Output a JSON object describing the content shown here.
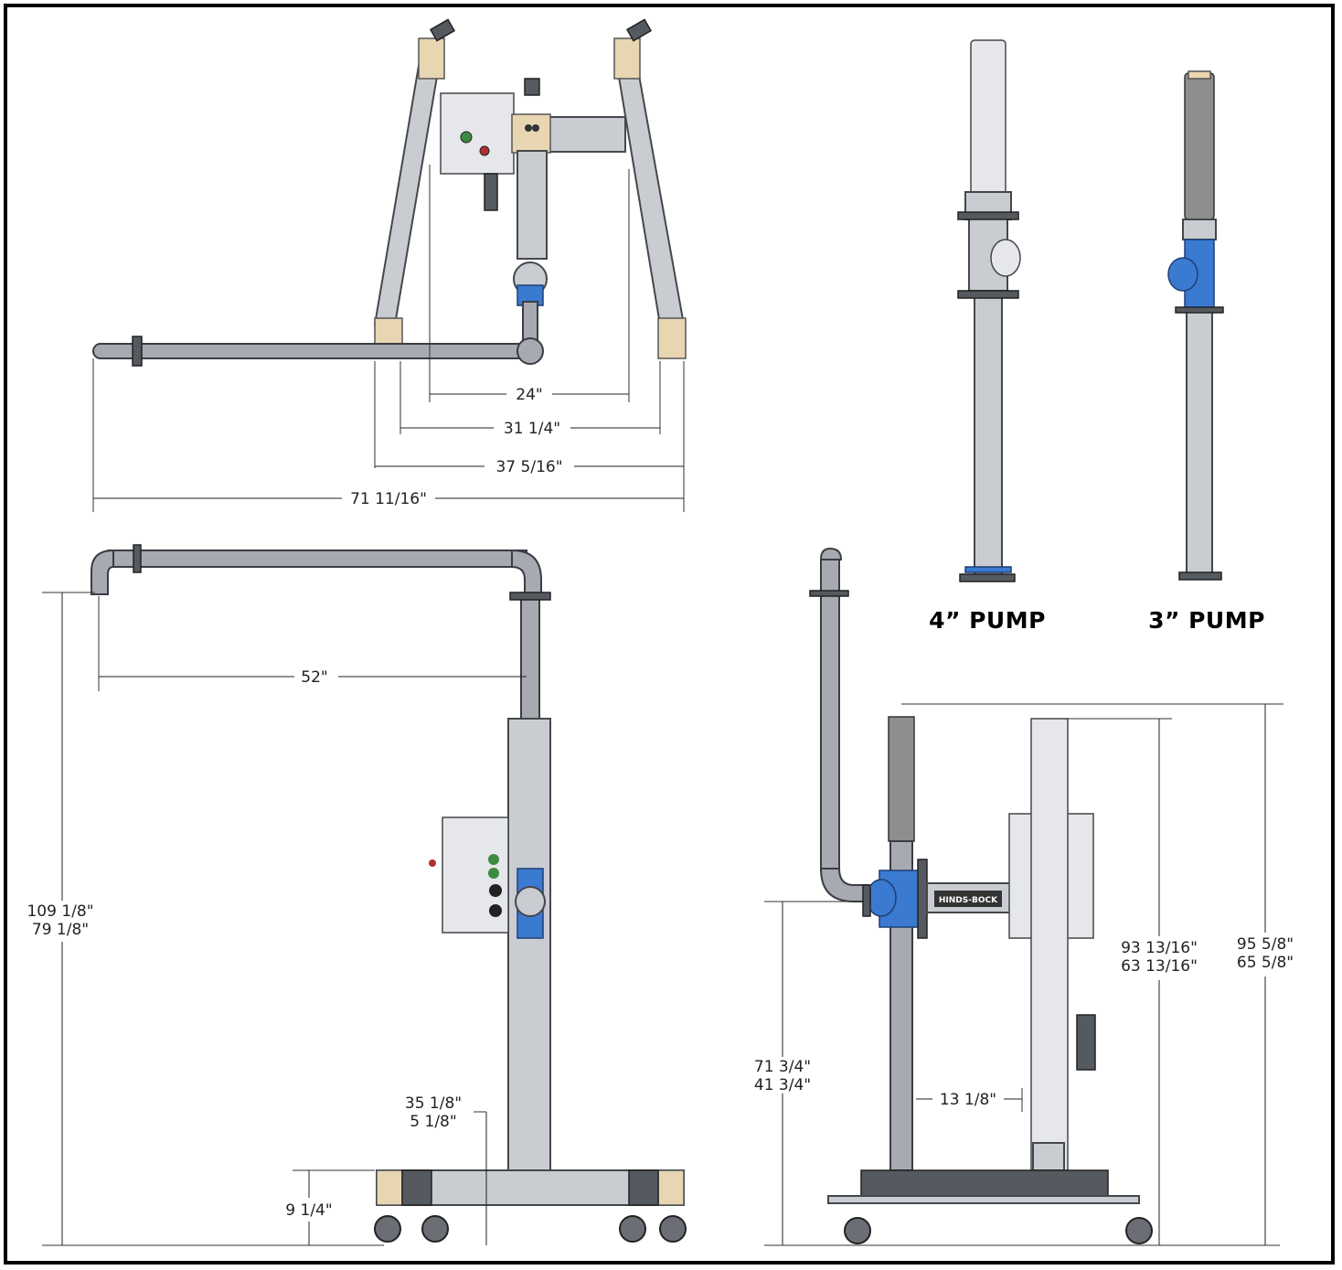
{
  "labels": {
    "pump_4": "4” PUMP",
    "pump_3": "3” PUMP"
  },
  "top_view": {
    "dim_24": "24\"",
    "dim_31": "31 1/4\"",
    "dim_37": "37 5/16\"",
    "dim_71": "71 11/16\""
  },
  "side_view": {
    "dim_52": "52\"",
    "dim_height_1": "109 1/8\"",
    "dim_height_2": "79 1/8\"",
    "dim_outlet_1": "35 1/8\"",
    "dim_outlet_2": "5 1/8\"",
    "dim_base": "9 1/4\""
  },
  "front_view": {
    "dim_inlet_1": "71 3/4\"",
    "dim_inlet_2": "41 3/4\"",
    "dim_offset": "13 1/8\"",
    "dim_mast_1": "93 13/16\"",
    "dim_mast_2": "63 13/16\"",
    "dim_total_1": "95 5/8\"",
    "dim_total_2": "65 5/8\"",
    "plate_text": "HINDS-BOCK"
  },
  "colors": {
    "pipe": "#a7abb1",
    "blue_tee": "#3a7ad1",
    "pad": "#e8d6b3"
  }
}
